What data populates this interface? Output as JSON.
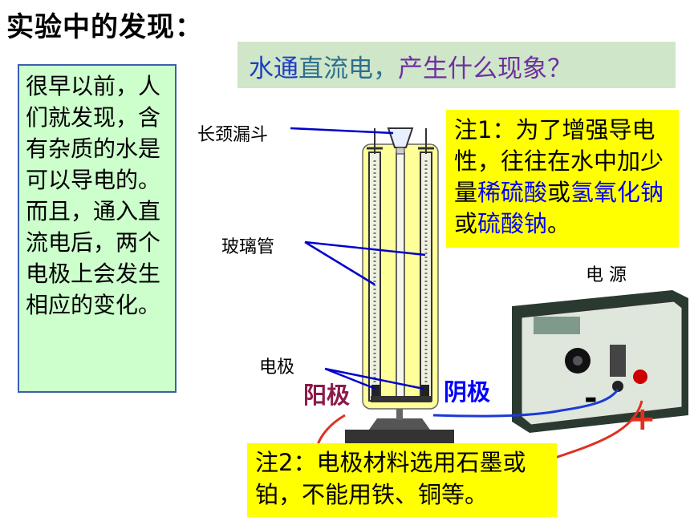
{
  "title": "实验中的发现：",
  "question": {
    "part1": "水通",
    "part2": "直流电，",
    "part3": "产生什么现象？"
  },
  "left_text": "很早以前，人们就发现，含有杂质的水是可以导电的。而且，通入直流电后，两个电极上会发生相应的变化。",
  "note1": {
    "prefix": "注1：为了增强导电性，往往在水中加少量",
    "kw1": "稀硫酸",
    "or1": "或",
    "kw2": "氢氧化钠",
    "or2": "或",
    "kw3": "硫酸钠",
    "suffix": "。"
  },
  "note2": "注2：电极材料选用石墨或铂，不能用铁、铜等。",
  "labels": {
    "funnel": "长颈漏斗",
    "glass_tube": "玻璃管",
    "electrode": "电极",
    "anode": "阳极",
    "cathode": "阴极",
    "power": "电 源",
    "minus": "-",
    "plus": "+"
  },
  "colors": {
    "question_bg": "#cfe6c9",
    "leftbox_bg": "#ccffcc",
    "note_bg": "#ffff00",
    "anode": "#8b1a4a",
    "cathode": "#0000ff",
    "pointer": "#0000cc",
    "red_wire": "#e03020"
  }
}
